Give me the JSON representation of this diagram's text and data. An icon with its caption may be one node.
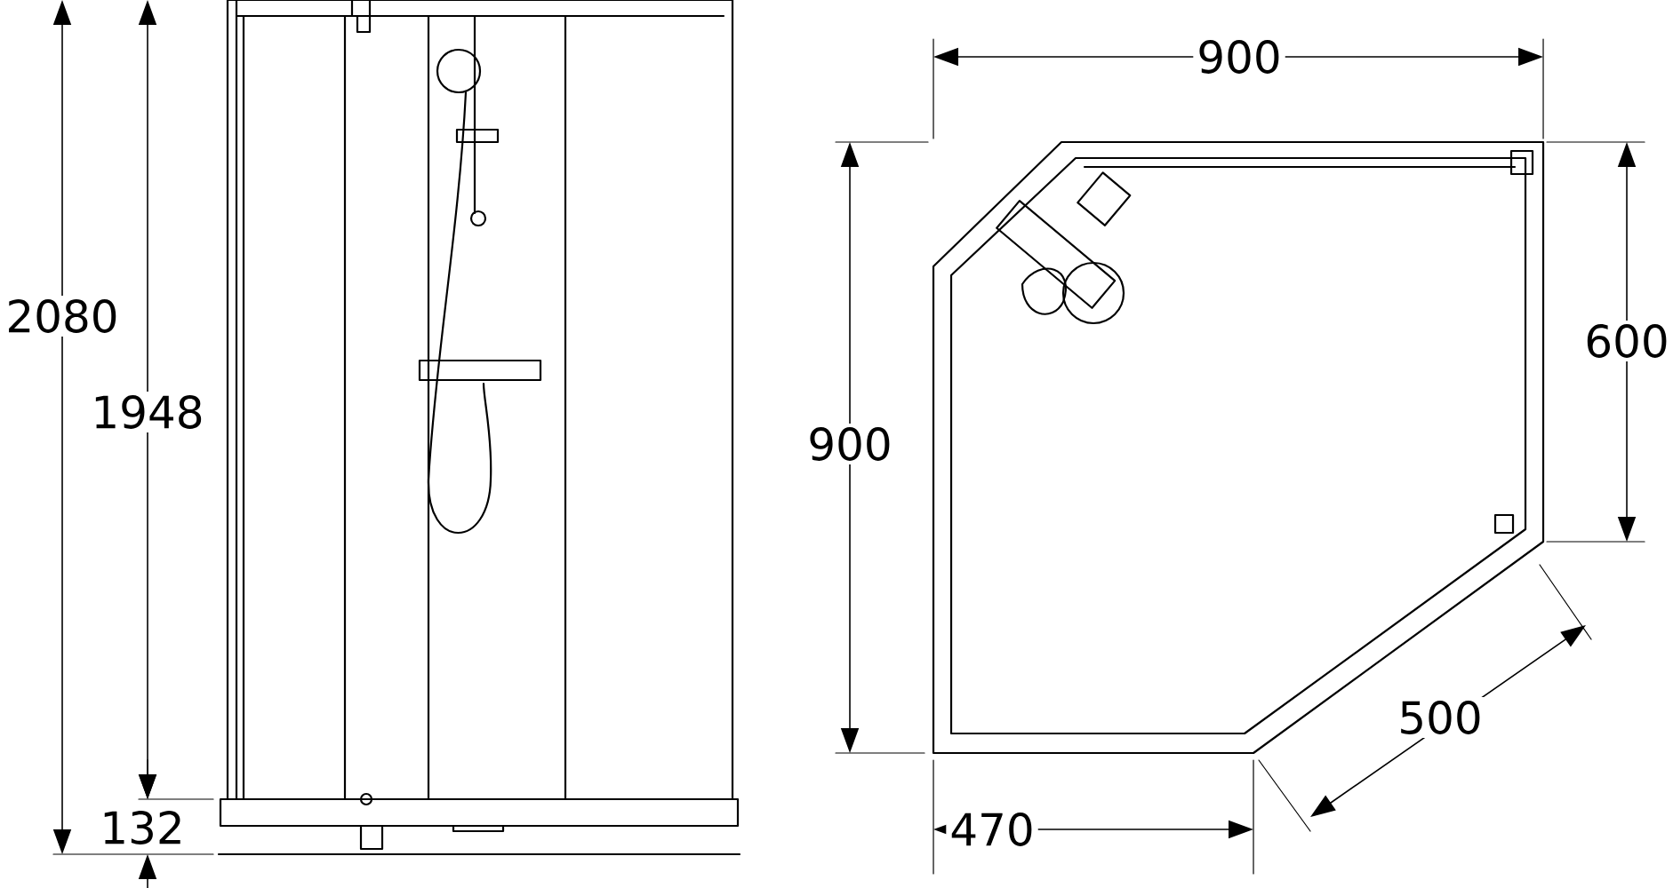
{
  "diagram": {
    "labels": [
      "2080",
      "1948",
      "132",
      "900",
      "900",
      "600",
      "500",
      "470"
    ]
  }
}
